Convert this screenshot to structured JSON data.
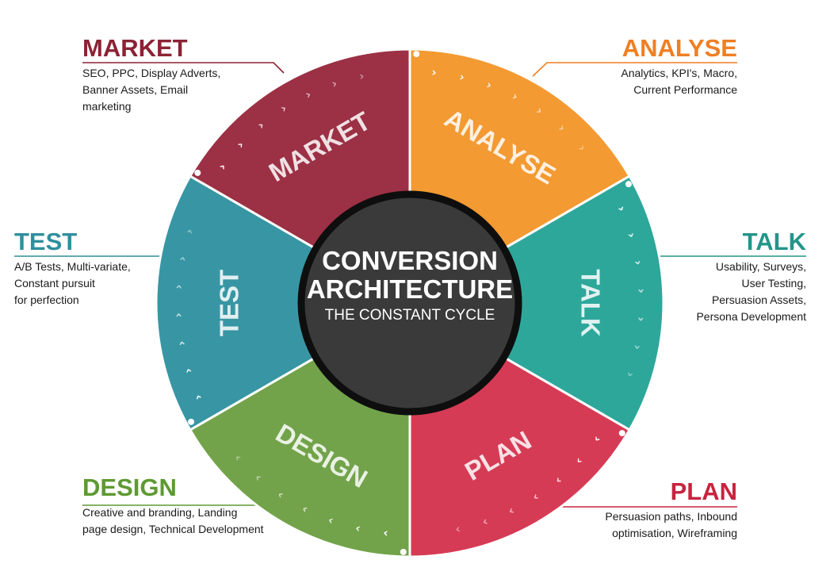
{
  "center": {
    "line1": "CONVERSION",
    "line2": "ARCHITECTURE",
    "subtitle": "THE CONSTANT CYCLE"
  },
  "segments": [
    {
      "id": "analyse",
      "label": "ANALYSE",
      "color": "#f39a32"
    },
    {
      "id": "talk",
      "label": "TALK",
      "color": "#2ea79b"
    },
    {
      "id": "plan",
      "label": "PLAN",
      "color": "#d63b55"
    },
    {
      "id": "design",
      "label": "DESIGN",
      "color": "#72a34a"
    },
    {
      "id": "test",
      "label": "TEST",
      "color": "#3896a4"
    },
    {
      "id": "market",
      "label": "MARKET",
      "color": "#9c3044"
    }
  ],
  "callouts": {
    "market": {
      "title": "MARKET",
      "desc": "SEO, PPC, Display Adverts,\nBanner Assets, Email\nmarketing",
      "color": "#8b2335"
    },
    "test": {
      "title": "TEST",
      "desc": "A/B Tests, Multi-variate,\nConstant pursuit\nfor perfection",
      "color": "#2f8f9e"
    },
    "design": {
      "title": "DESIGN",
      "desc": "Creative and branding, Landing\npage design, Technical Development",
      "color": "#5e9a33"
    },
    "analyse": {
      "title": "ANALYSE",
      "desc": "Analytics, KPI's, Macro,\nCurrent Performance",
      "color": "#f07f22"
    },
    "talk": {
      "title": "TALK",
      "desc": "Usability, Surveys,\nUser Testing,\nPersuasion Assets,\nPersona Development",
      "color": "#23958a"
    },
    "plan": {
      "title": "PLAN",
      "desc": "Persuasion paths, Inbound\noptimisation, Wireframing",
      "color": "#c8233f"
    }
  }
}
